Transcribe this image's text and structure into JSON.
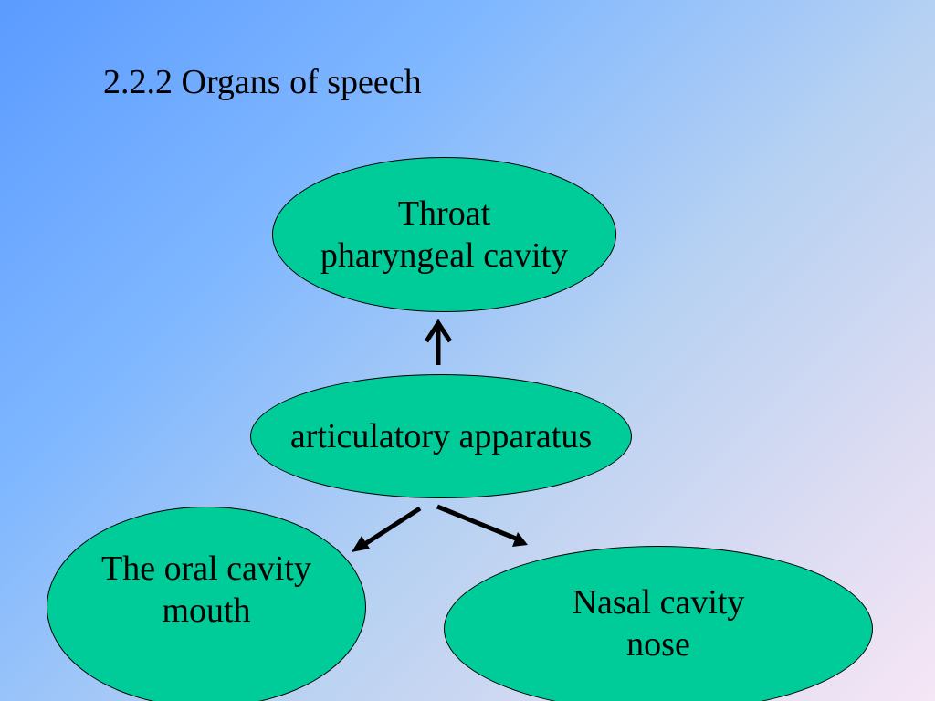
{
  "slide": {
    "title": "2.2.2 Organs of speech"
  },
  "nodes": {
    "throat": {
      "line1": "Throat",
      "line2": "pharyngeal cavity"
    },
    "articulatory": {
      "line1": "articulatory apparatus"
    },
    "oral": {
      "line1": "The oral cavity",
      "line2": "mouth"
    },
    "nasal": {
      "line1": "Nasal cavity",
      "line2": "nose"
    }
  },
  "colors": {
    "node_fill": "#00cc99",
    "node_border": "#000000",
    "arrow": "#000000"
  }
}
